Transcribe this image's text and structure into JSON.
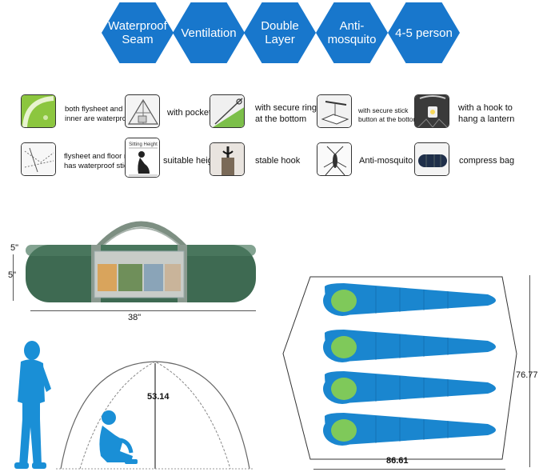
{
  "features_top": [
    "Waterproof\nSeam",
    "Ventilation",
    "Double\nLayer",
    "Anti-mosquito",
    "4-5 person"
  ],
  "details": [
    {
      "label": "both flysheet and\ninner are waterproof",
      "icon": "waterproof-fabric-icon"
    },
    {
      "label": "with pocket",
      "icon": "tent-pocket-icon"
    },
    {
      "label": "with secure ring\nat the bottom",
      "icon": "secure-ring-icon"
    },
    {
      "label": "with secure stick\nbutton at the bottom",
      "icon": "stick-button-icon"
    },
    {
      "label": "with a hook to\nhang a lantern",
      "icon": "lantern-hook-icon"
    },
    {
      "label": "flysheet and floor mat\nhas waterproof sticker",
      "icon": "waterproof-sticker-icon"
    },
    {
      "label": "suitable height",
      "icon": "sitting-height-icon",
      "icon_text": "Sitting Height"
    },
    {
      "label": "stable hook",
      "icon": "stable-hook-icon"
    },
    {
      "label": "Anti-mosquito",
      "icon": "mosquito-icon"
    },
    {
      "label": "compress bag",
      "icon": "compress-bag-icon"
    }
  ],
  "bag": {
    "height_label_1": "5\"",
    "height_label_2": "5\"",
    "length_label": "38\""
  },
  "tent": {
    "height_label": "53.14"
  },
  "floor": {
    "width_label": "86.61",
    "depth_label": "76.77"
  },
  "colors": {
    "hex_blue": "#1877cc",
    "bag_green": "#3e6a52",
    "sleeping_bag_blue": "#1a86cf",
    "sleeping_bag_green": "#7fc95a",
    "person_blue": "#1a8fd6"
  }
}
